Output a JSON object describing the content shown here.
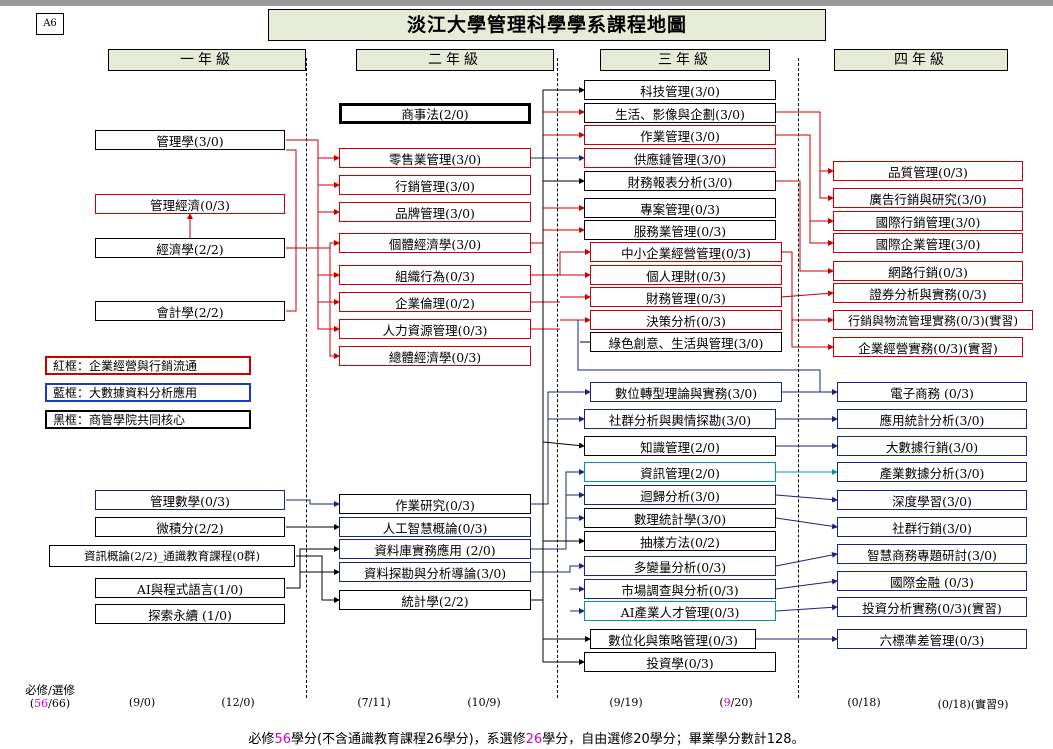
{
  "tag": "A6",
  "title": "淡江大學管理科學學系課程地圖",
  "years": [
    "一年級",
    "二年級",
    "三年級",
    "四年級"
  ],
  "year1": {
    "red": [
      "管理學(3/0)",
      "管理經濟(0/3)",
      "經濟學(2/2)",
      "會計學(2/2)"
    ],
    "blue": [
      "管理數學(0/3)"
    ],
    "black": [
      "微積分(2/2)",
      "資訊概論(2/2)_通識教育課程(0群)",
      "AI與程式語言(1/0)",
      "探索永續 (1/0)"
    ]
  },
  "year2": {
    "top": "商事法(2/0)",
    "red": [
      "零售業管理(3/0)",
      "行銷管理(3/0)",
      "品牌管理(3/0)",
      "個體經濟學(3/0)",
      "組織行為(0/3)",
      "企業倫理(0/2)",
      "人力資源管理(0/3)",
      "總體經濟學(0/3)"
    ],
    "bottom": [
      "作業研究(0/3)",
      "人工智慧概論(0/3)",
      "資料庫實務應用 (2/0)",
      "資料探勘與分析導論(3/0)",
      "統計學(2/2)"
    ]
  },
  "year3": {
    "top": [
      "科技管理(3/0)",
      "生活、影像與企劃(3/0)",
      "作業管理(3/0)",
      "供應鏈管理(3/0)",
      "財務報表分析(3/0)",
      "專案管理(0/3)",
      "服務業管理(0/3)"
    ],
    "mid": [
      "中小企業經營管理(0/3)",
      "個人理財(0/3)",
      "財務管理(0/3)",
      "決策分析(0/3)",
      "綠色創意、生活與管理(3/0)"
    ],
    "bottom": [
      "數位轉型理論與實務(3/0)",
      "社群分析與輿情探勘(3/0)",
      "知識管理(2/0)",
      "資訊管理(2/0)",
      "迴歸分析(3/0)",
      "數理統計學(3/0)",
      "抽樣方法(0/2)",
      "多變量分析(0/3)",
      "市場調查與分析(0/3)",
      "AI產業人才管理(0/3)",
      "數位化與策略管理(0/3)",
      "投資學(0/3)"
    ]
  },
  "year4": {
    "red": [
      "品質管理(0/3)",
      "廣告行銷與研究(3/0)",
      "國際行銷管理(3/0)",
      "國際企業管理(3/0)",
      "網路行銷(0/3)",
      "證券分析與實務(0/3)",
      "行銷與物流管理實務(0/3)(實習)",
      "企業經營實務(0/3)(實習)"
    ],
    "blue": [
      "電子商務 (0/3)",
      "應用統計分析(3/0)",
      "大數據行銷(3/0)",
      "產業數據分析(3/0)",
      "深度學習(3/0)",
      "社群行銷(3/0)",
      "智慧商務專題研討(3/0)",
      "國際金融 (0/3)",
      "投資分析實務(0/3)(實習)",
      "六標準差管理(0/3)"
    ]
  },
  "legend": [
    "紅框：企業經營與行銷流通",
    "藍框：大數據資料分析應用",
    "黑框：商管學院共同核心"
  ],
  "credits": {
    "head": "必修/選修",
    "total_a": "56",
    "total_b": "/66)",
    "total_open": "(",
    "cols": [
      "(9/0)",
      "(12/0)",
      "(7/11)",
      "(10/9)",
      "(9/19)",
      "(0/18)",
      "(0/18)(實習9)"
    ],
    "y3b_open": "(",
    "y3b_a": "9",
    "y3b_b": "/20)"
  },
  "footer": {
    "p1": "必修",
    "n1": "56",
    "p2": "學分(不含通識教育課程26學分)，系選修",
    "n2": "26",
    "p3": "學分，自由選修20學分；畢業學分數計128。"
  },
  "colors": {
    "red": "#cc0000",
    "blue": "#1a237e",
    "black": "#000000",
    "cyan": "#0097a7",
    "header_bg": "#e6ebd8"
  }
}
